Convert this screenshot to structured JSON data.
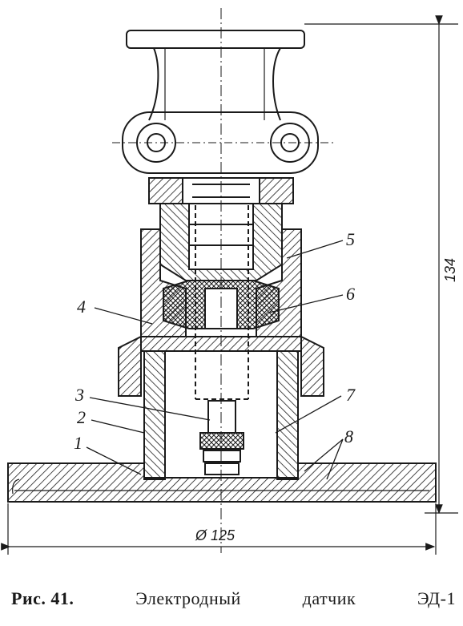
{
  "diagram": {
    "labels": [
      "5",
      "6",
      "4",
      "3",
      "2",
      "7",
      "1",
      "8"
    ],
    "dimensions": {
      "height": "134",
      "diameter": "Ø 125"
    }
  },
  "caption": {
    "figure_number": "Рис. 41.",
    "words": [
      "Электродный",
      "датчик",
      "ЭД-1"
    ]
  }
}
